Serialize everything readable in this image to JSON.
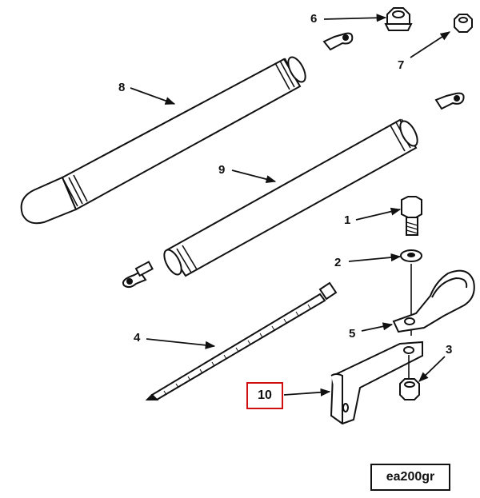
{
  "callouts": {
    "c1": "1",
    "c2": "2",
    "c3": "3",
    "c4": "4",
    "c5": "5",
    "c6": "6",
    "c7": "7",
    "c8": "8",
    "c9": "9",
    "c10": "10"
  },
  "reference_label": "ea200gr",
  "highlight_color": "#d01010"
}
